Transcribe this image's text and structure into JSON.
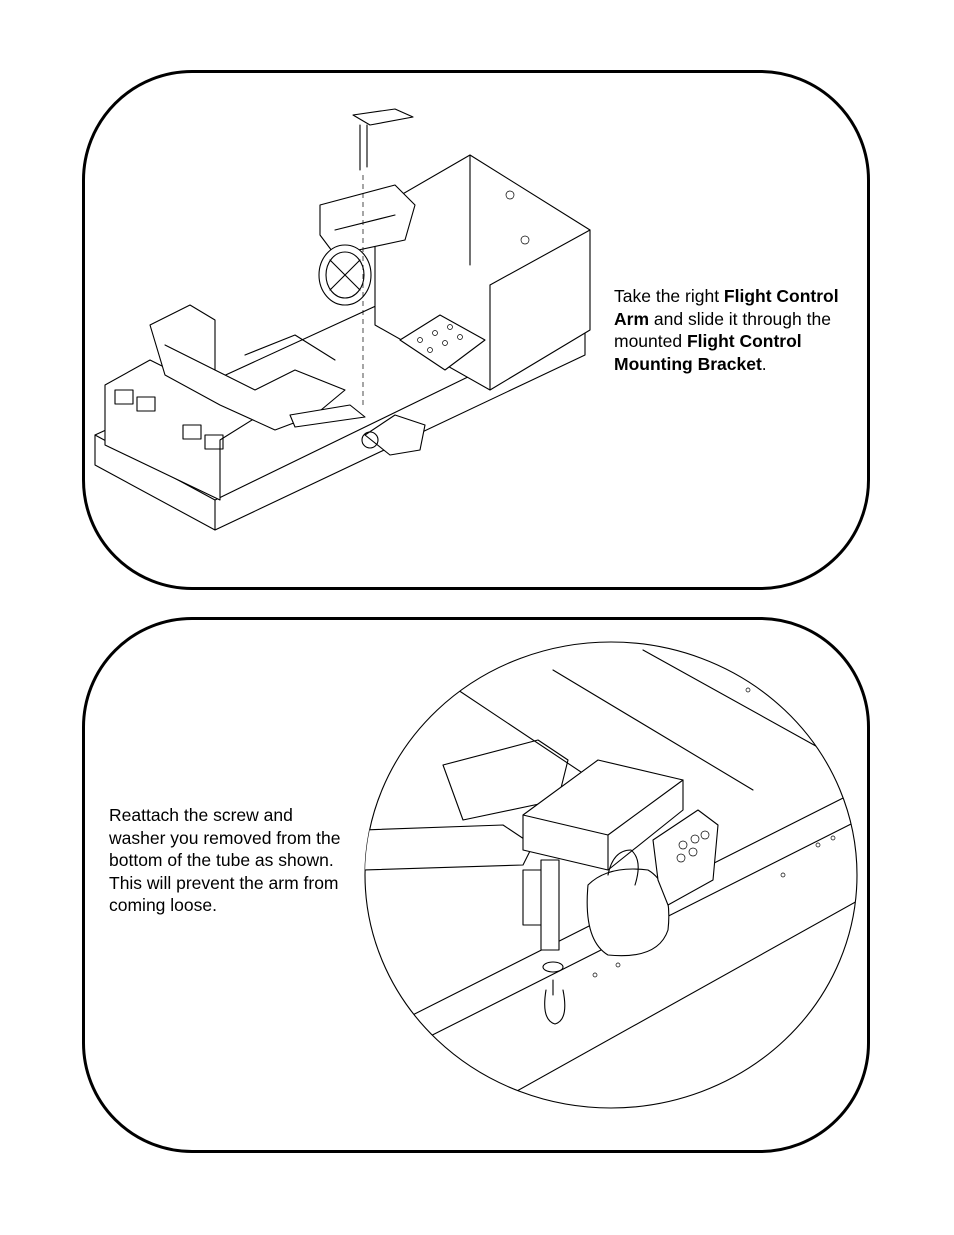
{
  "panel1": {
    "text_1": "Take the right ",
    "bold_1": "Flight Control Arm",
    "text_2": " and slide it through the mounted ",
    "bold_2": "Flight Control Mounting Bracket",
    "text_3": "."
  },
  "panel2": {
    "text": "Reattach the screw and washer you removed from the bottom of the tube as shown. This will prevent the arm from coming loose."
  }
}
